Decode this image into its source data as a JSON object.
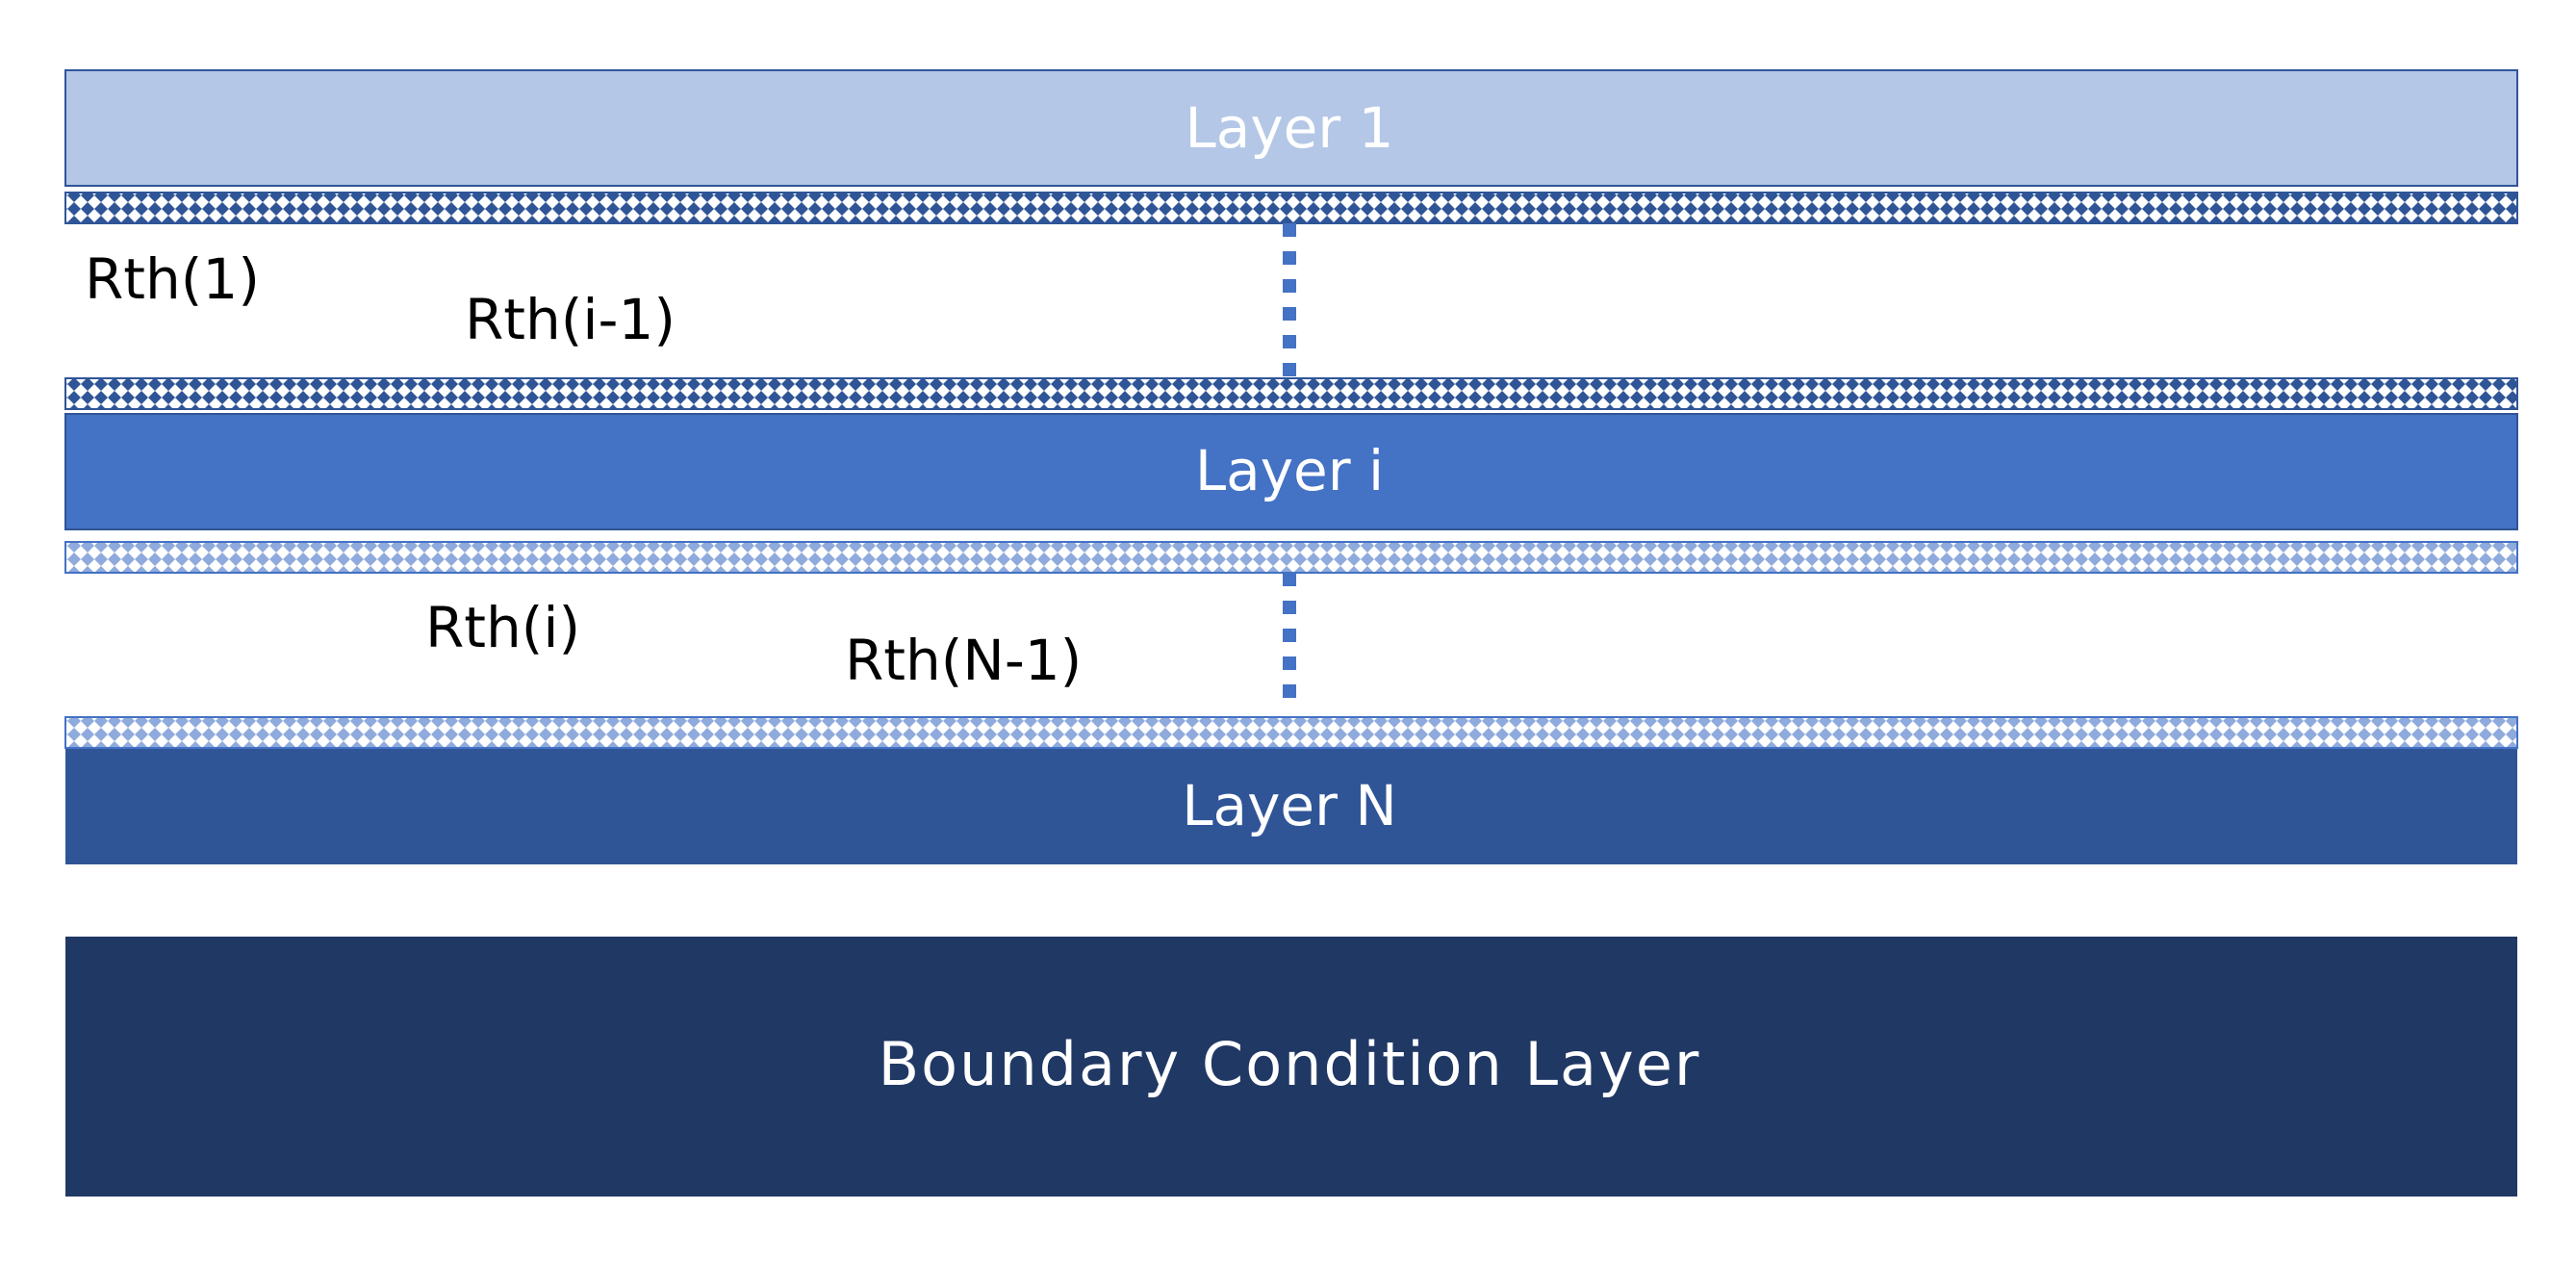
{
  "layers": {
    "layer_1": {
      "label": "Layer 1",
      "color": "#b4c7e7"
    },
    "layer_i": {
      "label": "Layer i",
      "color": "#4472c4"
    },
    "layer_n": {
      "label": "Layer N",
      "color": "#2f5597"
    },
    "boundary": {
      "label": "Boundary Condition Layer",
      "color": "#203864"
    }
  },
  "resistances": {
    "rth_1": "Rth(1)",
    "rth_i_minus_1": "Rth(i-1)",
    "rth_i": "Rth(i)",
    "rth_n_minus_1": "Rth(N-1)"
  },
  "colors": {
    "interface_dark": "#2f5597",
    "interface_light": "#8faadc",
    "ellipsis_dots": "#4472c4"
  }
}
